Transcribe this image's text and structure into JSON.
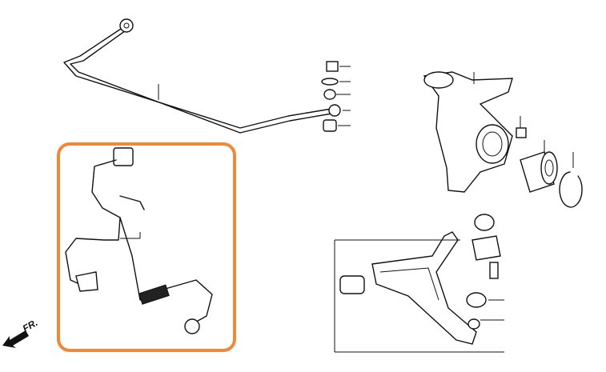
{
  "direction_label": "FR.",
  "highlight_color": "#f0883a",
  "parts": [
    "stabilizer-bar",
    "stabilizer-link-hardware",
    "steering-knuckle",
    "hub-bearing",
    "snap-ring",
    "wheel-speed-sensor",
    "lower-control-arm",
    "compliance-bushing",
    "ball-joint"
  ]
}
